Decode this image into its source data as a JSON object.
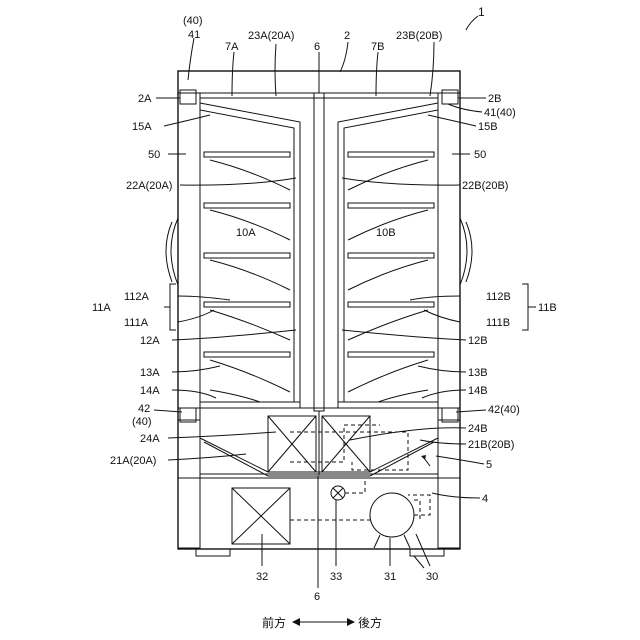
{
  "figure": {
    "ref_main": "1",
    "labels": {
      "p40a": "(40)",
      "p41": "41",
      "p7A": "7A",
      "p23A": "23A(20A)",
      "p6top": "6",
      "p2": "2",
      "p7B": "7B",
      "p23B": "23B(20B)",
      "p2A": "2A",
      "p2B": "2B",
      "p41_40": "41(40)",
      "p15A": "15A",
      "p15B": "15B",
      "p50L": "50",
      "p50R": "50",
      "p22A": "22A(20A)",
      "p22B": "22B(20B)",
      "p10A": "10A",
      "p10B": "10B",
      "p11A": "11A",
      "p11B": "11B",
      "p112A": "112A",
      "p112B": "112B",
      "p111A": "111A",
      "p111B": "111B",
      "p12A": "12A",
      "p12B": "12B",
      "p13A": "13A",
      "p13B": "13B",
      "p14A": "14A",
      "p14B": "14B",
      "p42": "42",
      "p40b": "(40)",
      "p42_40": "42(40)",
      "p24A": "24A",
      "p24B": "24B",
      "p21B": "21B(20B)",
      "p21A": "21A(20A)",
      "p5": "5",
      "p4": "4",
      "p32": "32",
      "p33": "33",
      "p31": "31",
      "p30": "30",
      "p6bot": "6"
    },
    "direction": {
      "front": "前方",
      "back": "後方"
    }
  }
}
